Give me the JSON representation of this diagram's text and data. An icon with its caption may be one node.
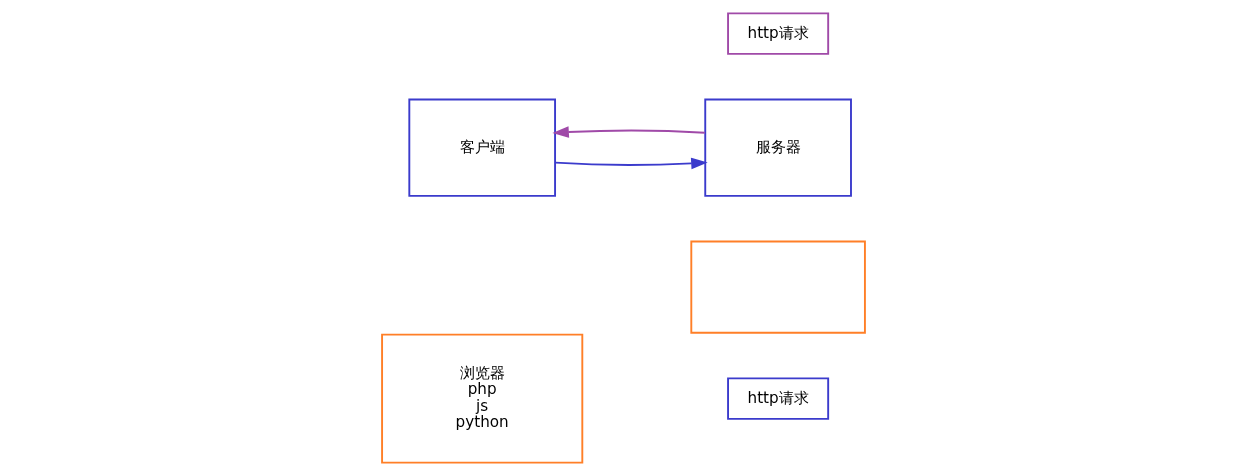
{
  "diagram": {
    "nodes": [
      {
        "text": [
          "浏览器",
          "php",
          "js",
          "python"
        ]
      },
      {
        "text": [
          "服务器"
        ]
      },
      {
        "text": [],
        "shape": "box"
      },
      {
        "text": [
          "http请求"
        ]
      },
      {
        "text": [
          "客户端"
        ]
      },
      {
        "text": [
          "http请求"
        ]
      }
    ],
    "edges": [
      {
        "from": 4,
        "to": 1,
        "arrow": "to",
        "color": "#3b3bcc"
      },
      {
        "from": 1,
        "to": 4,
        "arrow": "to",
        "color": "#a04aa8"
      }
    ]
  }
}
